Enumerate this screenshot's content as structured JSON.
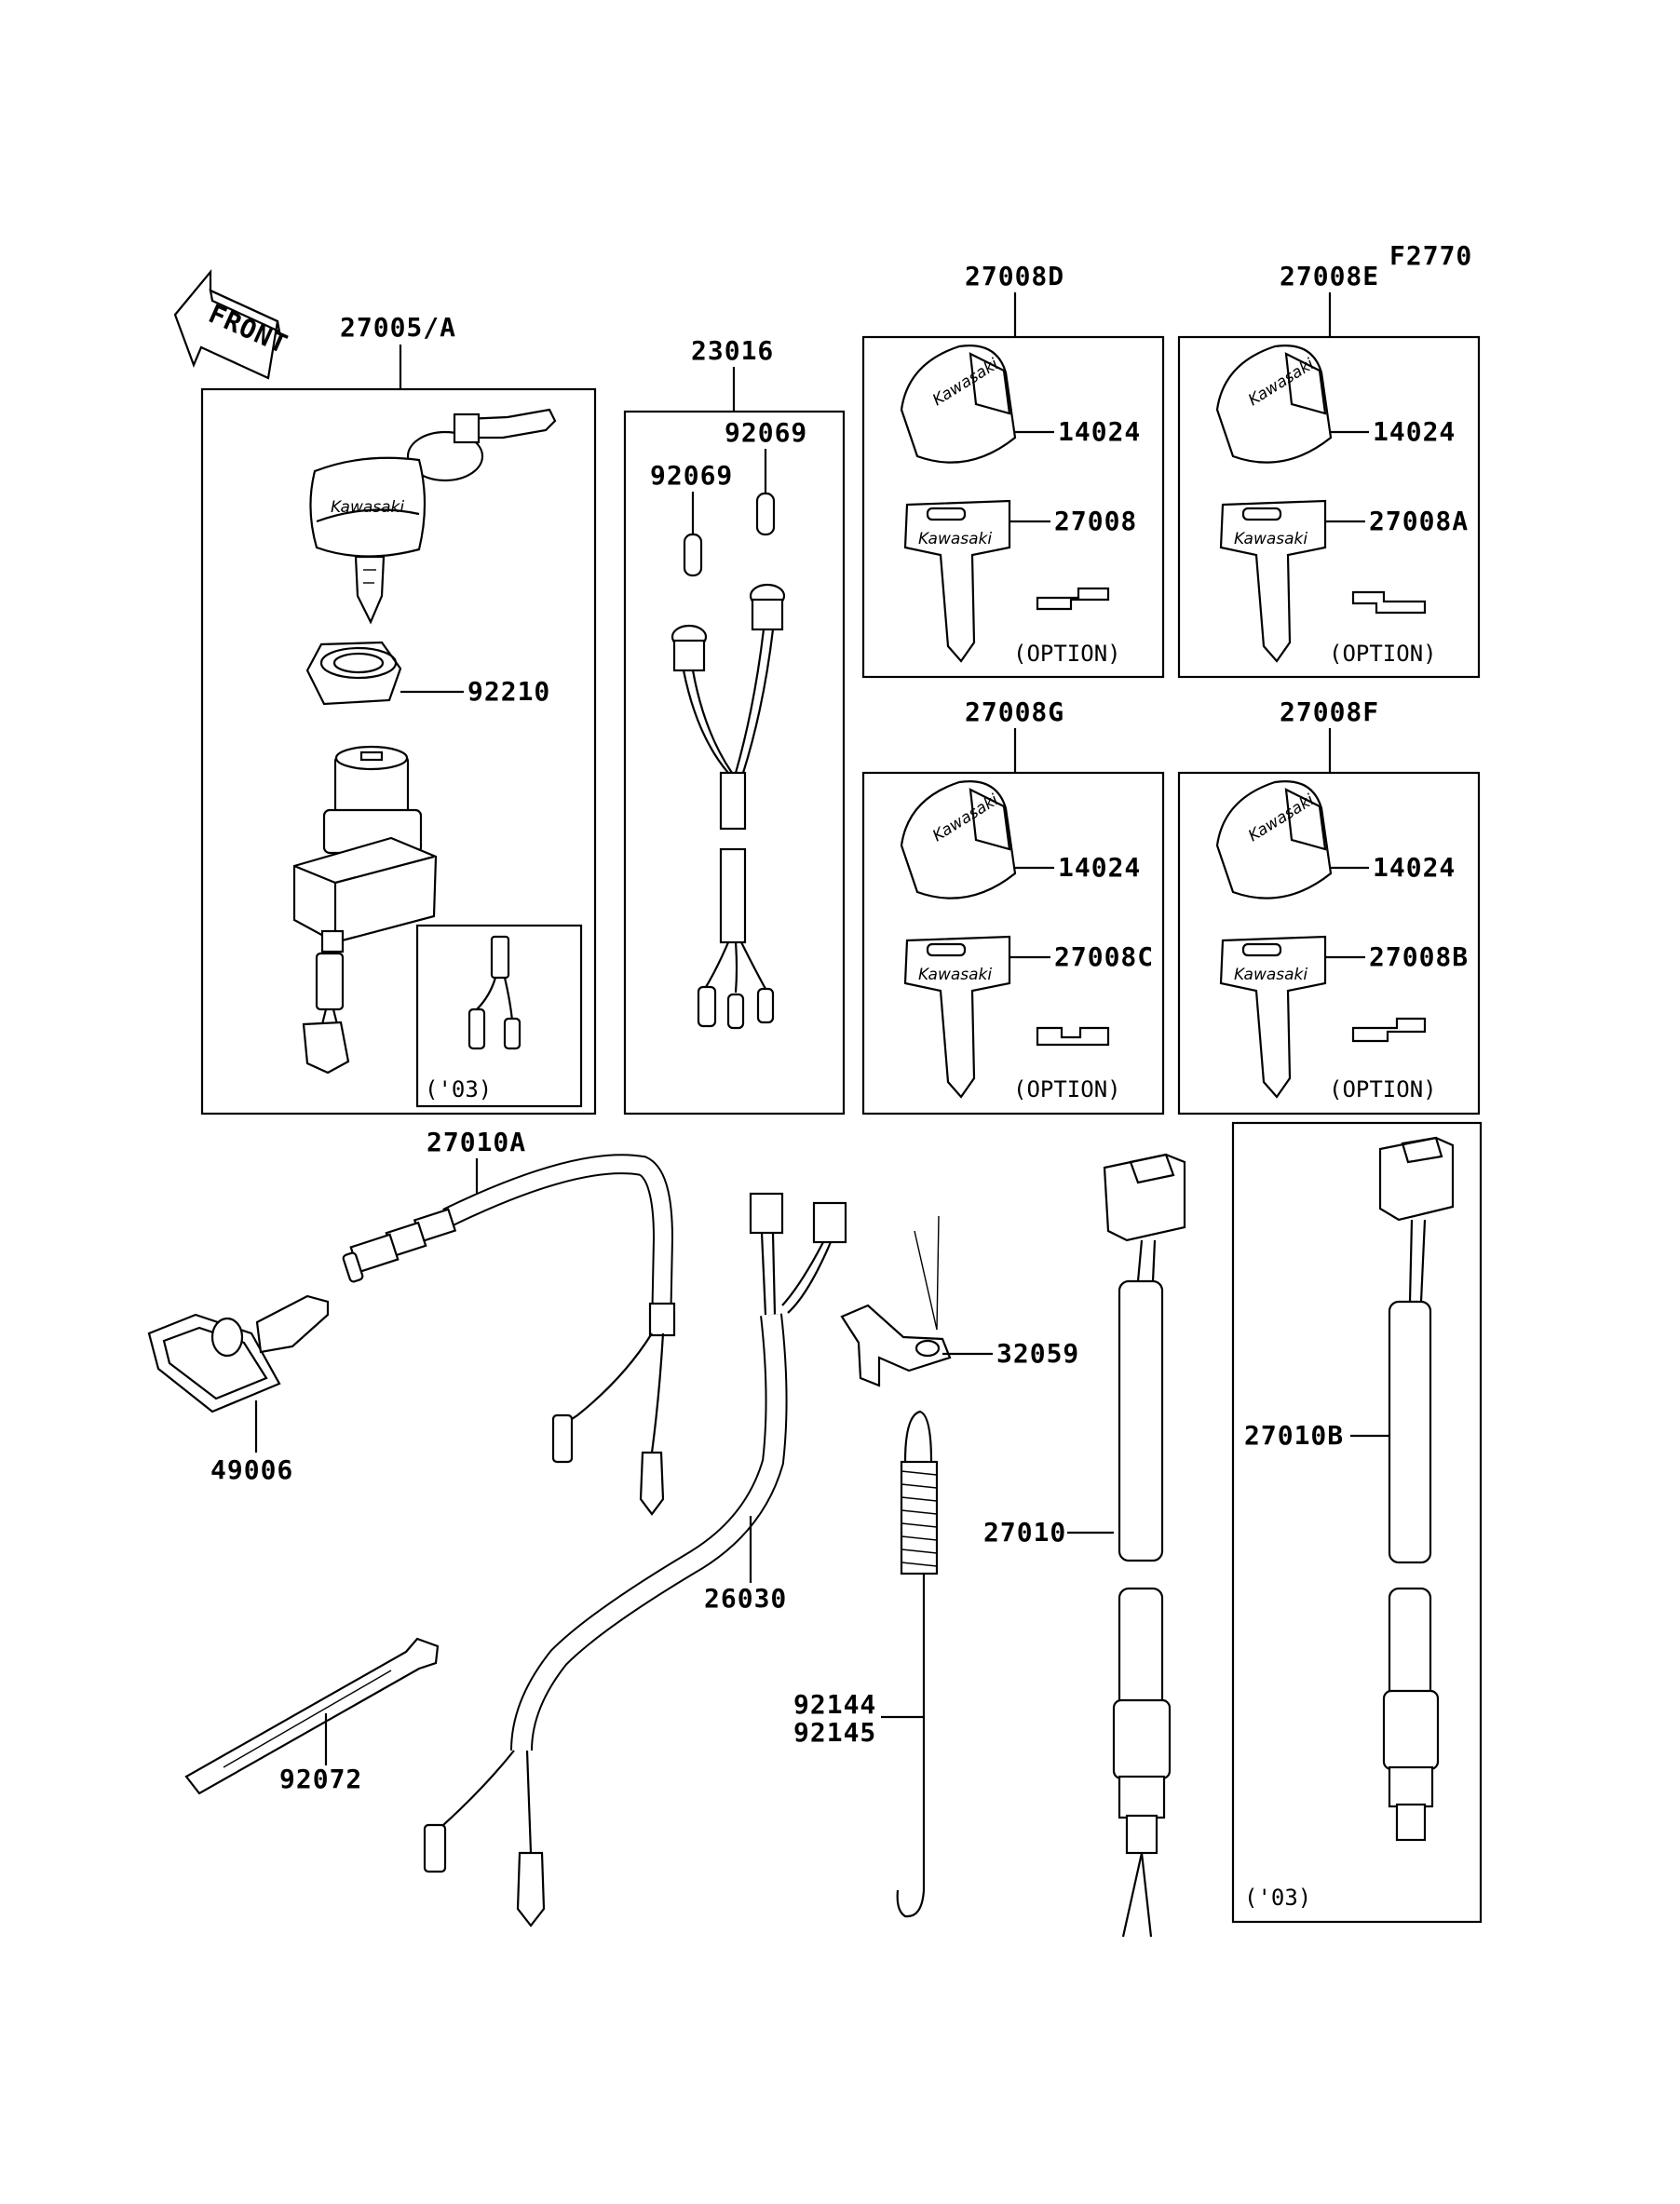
{
  "figure_code": "F2770",
  "front_label": "FRONT",
  "brand_text": "Kawasaki",
  "labels": {
    "ignition_switch": "27005/A",
    "nut": "92210",
    "harness_23016": "23016",
    "cap_a": "92069",
    "cap_b": "92069",
    "key_set_d": "27008D",
    "key_set_e": "27008E",
    "key_set_g": "27008G",
    "key_set_f": "27008F",
    "key_cap_d": "14024",
    "key_cap_e": "14024",
    "key_cap_g": "14024",
    "key_cap_f": "14024",
    "blank_d": "27008",
    "blank_e": "27008A",
    "blank_g": "27008C",
    "blank_f": "27008B",
    "brake_switch_a": "27010A",
    "cap_49006": "49006",
    "harness_26030": "26030",
    "clamp": "32059",
    "band": "92072",
    "spring": "92144",
    "spring_alt": "92145",
    "brake_switch": "27010",
    "brake_switch_b": "27010B"
  },
  "option_text": "(OPTION)",
  "year_note": "('03)"
}
